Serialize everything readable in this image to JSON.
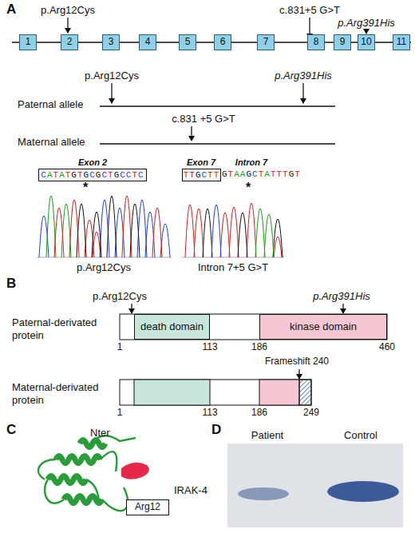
{
  "diagram": {
    "nodes": [
      {
        "text": [
          "1"
        ]
      },
      {
        "text": [
          "2"
        ]
      },
      {
        "text": [
          "3"
        ]
      },
      {
        "text": [
          "4"
        ]
      },
      {
        "text": [
          "5"
        ]
      },
      {
        "text": [
          "6"
        ]
      },
      {
        "text": [
          "7"
        ]
      },
      {
        "text": [
          "8"
        ]
      },
      {
        "text": [
          "9"
        ]
      },
      {
        "text": [
          "10"
        ]
      },
      {
        "text": [
          "11"
        ]
      },
      {
        "text": [
          "CATATGTGCGCTGCCTC"
        ]
      },
      {
        "text": [
          "TTGCTT"
        ]
      },
      {
        "text": [
          "death domain"
        ]
      },
      {
        "text": [
          "kinase domain"
        ]
      },
      {
        "text": [
          "Arg12"
        ]
      }
    ],
    "labels": [
      "A",
      "p.Arg12Cys",
      "c.831+5 G>T",
      "p.Arg391His",
      "p.Arg12Cys",
      "p.Arg391His",
      "Paternal allele",
      "c.831 +5 G>T",
      "Maternal allele",
      "Exon 2",
      "Exon 7",
      "Intron 7",
      "*",
      "GTAAGCTATTTGT",
      "*",
      "p.Arg12Cys",
      "Intron 7+5 G>T",
      "B",
      "p.Arg12Cys",
      "p.Arg391His",
      "Paternal-derivated protein",
      "1",
      "113",
      "186",
      "460",
      "Frameshift 240",
      "Maternal-derivated protein",
      "1",
      "113",
      "186",
      "249",
      "C",
      "Nter",
      "D",
      "Patient",
      "Control",
      "IRAK-4"
    ]
  }
}
